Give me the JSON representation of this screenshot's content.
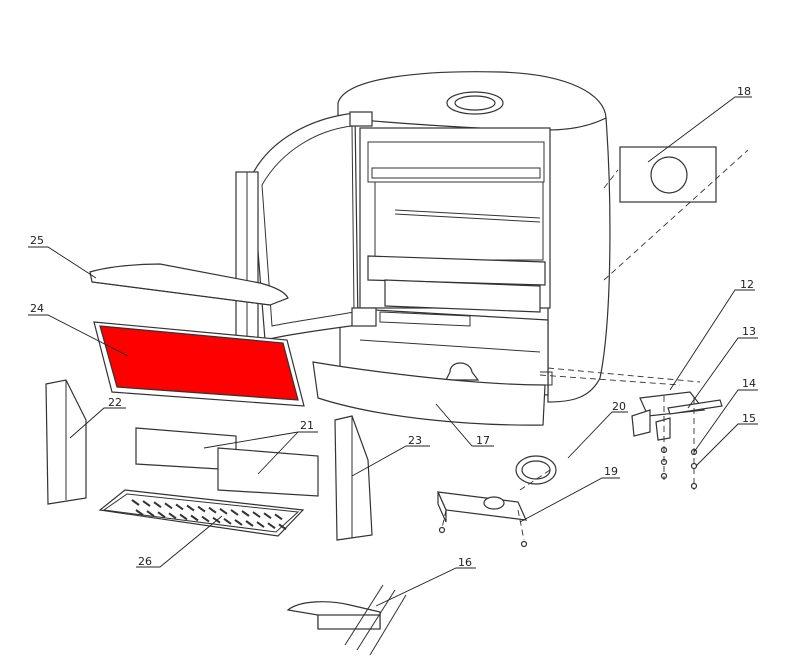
{
  "diagram": {
    "highlight_color": "#ff0000",
    "highlighted_part": "24",
    "callouts": [
      "12",
      "13",
      "14",
      "15",
      "16",
      "17",
      "18",
      "19",
      "20",
      "21",
      "22",
      "23",
      "24",
      "25",
      "26"
    ]
  }
}
